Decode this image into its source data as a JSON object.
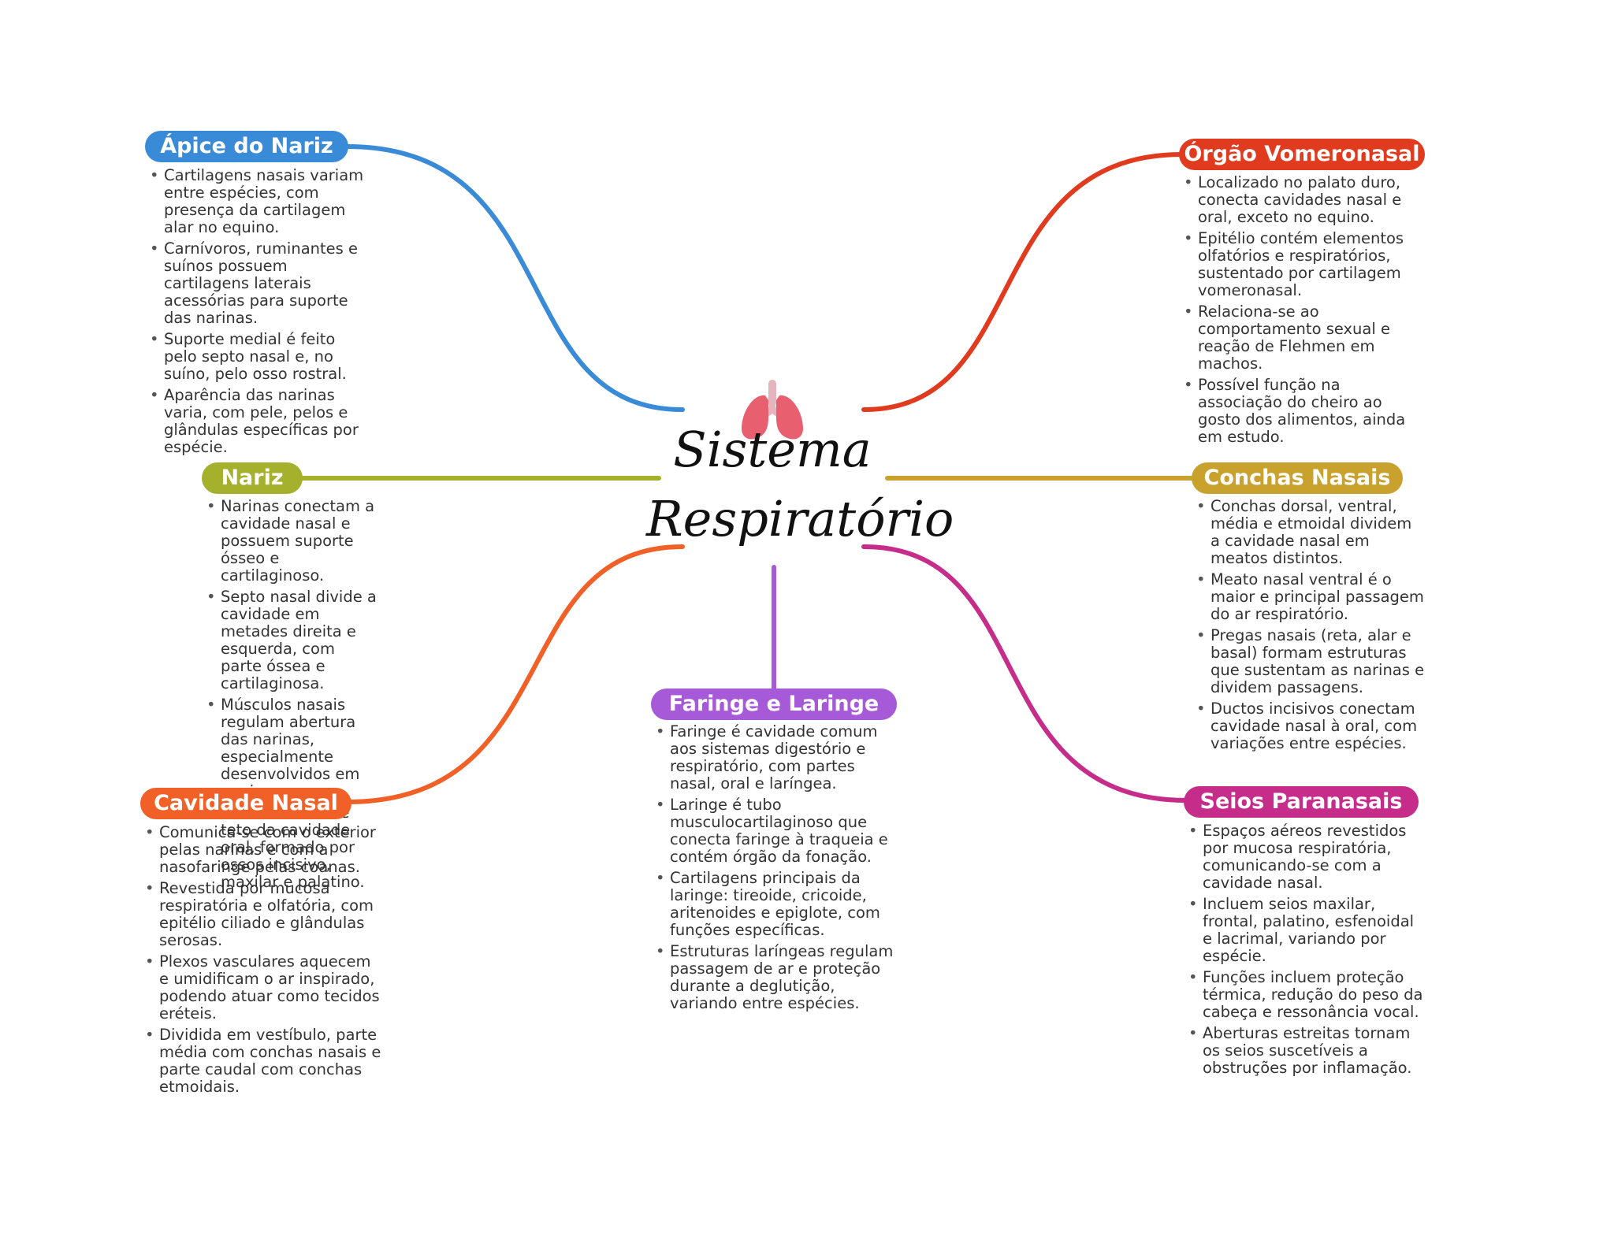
{
  "center": {
    "title_line1": "Sistema",
    "title_line2": "Respiratório",
    "icon": "lungs-icon"
  },
  "branches": [
    {
      "key": "apice",
      "title": "Ápice do Nariz",
      "color": "#3a8bd7",
      "items": [
        "Cartilagens nasais variam entre espécies, com presença da cartilagem alar no equino.",
        "Carnívoros, ruminantes e suínos possuem cartilagens laterais acessórias para suporte das narinas.",
        "Suporte medial é feito pelo septo nasal e, no suíno, pelo osso rostral.",
        "Aparência das narinas varia, com pele, pelos e glândulas específicas por espécie."
      ]
    },
    {
      "key": "nariz",
      "title": "Nariz",
      "color": "#a5b02c",
      "items": [
        "Narinas conectam a cavidade nasal e possuem suporte ósseo e cartilaginoso.",
        "Septo nasal divide a cavidade em metades direita e esquerda, com parte óssea e cartilaginosa.",
        "Músculos nasais regulam abertura das narinas, especialmente desenvolvidos em equinos.",
        "Assoalho nasal é teto da cavidade oral, formado por ossos incisivo, maxilar e palatino."
      ]
    },
    {
      "key": "cavidade",
      "title": "Cavidade Nasal",
      "color": "#f06027",
      "items": [
        "Comunica-se com o exterior pelas narinas e com a nasofaringe pelas coanas.",
        "Revestida por mucosa respiratória e olfatória, com epitélio ciliado e glândulas serosas.",
        "Plexos vasculares aquecem e umidificam o ar inspirado, podendo atuar como tecidos eréteis.",
        "Dividida em vestíbulo, parte média com conchas nasais e parte caudal com conchas etmoidais."
      ]
    },
    {
      "key": "faringe",
      "title": "Faringe e Laringe",
      "color": "#a75ad8",
      "items": [
        "Faringe é cavidade comum aos sistemas digestório e respiratório, com partes nasal, oral e laríngea.",
        "Laringe é tubo musculocartilaginoso que conecta faringe à traqueia e contém órgão da fonação.",
        "Cartilagens principais da laringe: tireoide, cricoide, aritenoides e epiglote, com funções específicas.",
        "Estruturas laríngeas regulam passagem de ar e proteção durante a deglutição, variando entre espécies."
      ]
    },
    {
      "key": "vomeronasal",
      "title": "Órgão Vomeronasal",
      "color": "#e03a1f",
      "items": [
        "Localizado no palato duro, conecta cavidades nasal e oral, exceto no equino.",
        "Epitélio contém elementos olfatórios e respiratórios, sustentado por cartilagem vomeronasal.",
        "Relaciona-se ao comportamento sexual e reação de Flehmen em machos.",
        "Possível função na associação do cheiro ao gosto dos alimentos, ainda em estudo."
      ]
    },
    {
      "key": "conchas",
      "title": "Conchas Nasais",
      "color": "#c9a12d",
      "items": [
        "Conchas dorsal, ventral, média e etmoidal dividem a cavidade nasal em meatos distintos.",
        "Meato nasal ventral é o maior e principal passagem do ar respiratório.",
        "Pregas nasais (reta, alar e basal) formam estruturas que sustentam as narinas e dividem passagens.",
        "Ductos incisivos conectam cavidade nasal à oral, com variações entre espécies."
      ]
    },
    {
      "key": "seios",
      "title": "Seios Paranasais",
      "color": "#c62d8a",
      "items": [
        "Espaços aéreos revestidos por mucosa respiratória, comunicando-se com a cavidade nasal.",
        "Incluem seios maxilar, frontal, palatino, esfenoidal e lacrimal, variando por espécie.",
        "Funções incluem proteção térmica, redução do peso da cabeça e ressonância vocal.",
        "Aberturas estreitas tornam os seios suscetíveis a obstruções por inflamação."
      ]
    }
  ]
}
